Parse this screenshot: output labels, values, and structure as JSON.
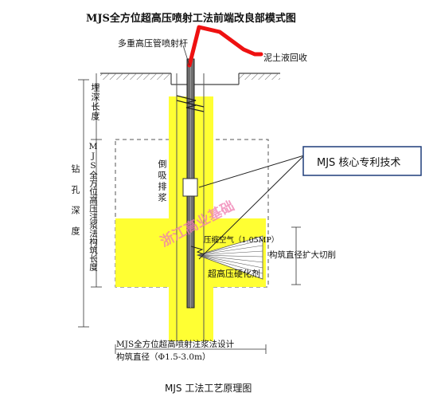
{
  "diagram": {
    "title": "MJS全方位超高压喷射工法前端改良部模式图",
    "caption": "MJS 工法工艺原理图",
    "labels": {
      "pipe": "多重高压管喷射杆",
      "slurry_recovery": "泥土液回收",
      "burial_depth": "埋深长度",
      "drill_depth": "钻孔深度",
      "construct_length": "MJS全方位高压注浆法构筑长度",
      "suction": "倒吸排浆",
      "air": "压缩空气（1.05MP）",
      "diameter_cut": "构筑直径扩大切削",
      "hardener": "超高压硬化剂",
      "design_line1": "MJS全方位超高喷射注浆法设计",
      "design_line2": "构筑直径（Φ1.5-3.0m）"
    },
    "callout": "MJS 核心专利技术",
    "watermark": "浙江高业基础",
    "colors": {
      "soil": "#ffff33",
      "pipe": "#6f6f6f",
      "red_hose": "#ee1111",
      "callout_border": "#1f3d7a",
      "watermark": "#ef7bb0"
    }
  }
}
